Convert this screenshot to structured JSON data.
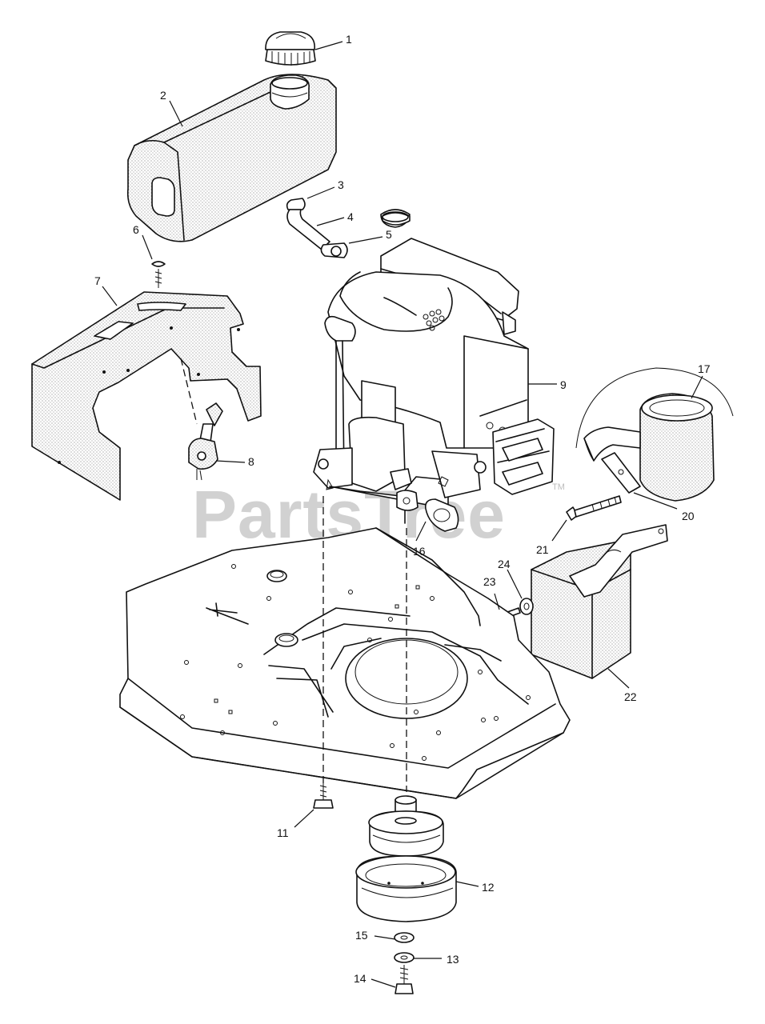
{
  "watermark": {
    "brand": "PartsTree",
    "trademark": "TM"
  },
  "callouts": [
    {
      "id": "1",
      "label": "1"
    },
    {
      "id": "2",
      "label": "2"
    },
    {
      "id": "3",
      "label": "3"
    },
    {
      "id": "4",
      "label": "4"
    },
    {
      "id": "5",
      "label": "5"
    },
    {
      "id": "6",
      "label": "6"
    },
    {
      "id": "7",
      "label": "7"
    },
    {
      "id": "8",
      "label": "8"
    },
    {
      "id": "9",
      "label": "9"
    },
    {
      "id": "11",
      "label": "11"
    },
    {
      "id": "12",
      "label": "12"
    },
    {
      "id": "13",
      "label": "13"
    },
    {
      "id": "14",
      "label": "14"
    },
    {
      "id": "15",
      "label": "15"
    },
    {
      "id": "16",
      "label": "16"
    },
    {
      "id": "17",
      "label": "17"
    },
    {
      "id": "20",
      "label": "20"
    },
    {
      "id": "21",
      "label": "21"
    },
    {
      "id": "22",
      "label": "22"
    },
    {
      "id": "23",
      "label": "23"
    },
    {
      "id": "24",
      "label": "24"
    }
  ]
}
